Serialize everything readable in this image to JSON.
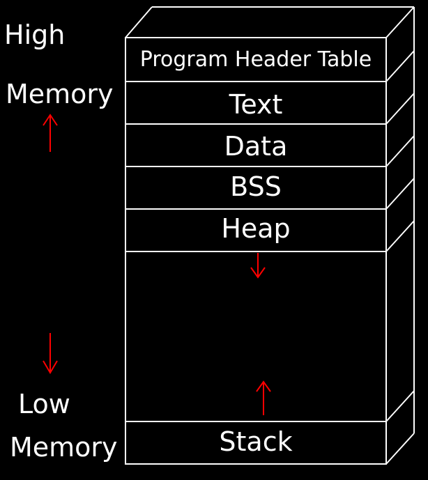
{
  "labels": {
    "high": "High",
    "high_memory": "Memory",
    "low": "Low",
    "low_memory": "Memory"
  },
  "segments": [
    {
      "label": "Program Header Table"
    },
    {
      "label": "Text"
    },
    {
      "label": "Data"
    },
    {
      "label": "BSS"
    },
    {
      "label": "Heap"
    },
    {
      "label": ""
    },
    {
      "label": "Stack"
    }
  ],
  "colors": {
    "background": "#000000",
    "line": "#ffffff",
    "arrow": "#ff0000"
  }
}
